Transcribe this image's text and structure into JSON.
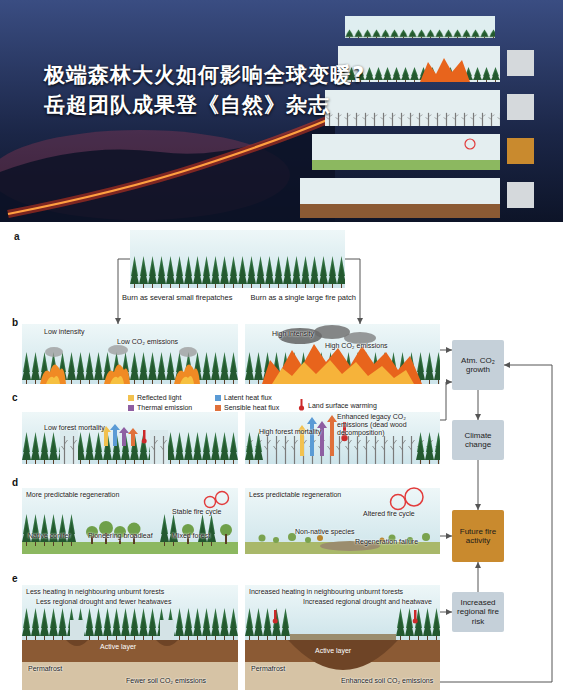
{
  "diagram": {
    "title": "极端森林大火如何影响全球变暖? 岳超团队成果登《自然》杂志",
    "nodes": [
      {
        "text": [
          "a"
        ]
      },
      {
        "text": [
          "Low intensity",
          "Low CO₂ emissions"
        ]
      },
      {
        "text": [
          "High intensity",
          "High CO₂ emissions"
        ]
      },
      {
        "text": [
          "Atm. CO₂ growth"
        ]
      },
      {
        "text": [
          "Low forest mortality"
        ]
      },
      {
        "text": [
          "Enhanced legacy CO₂ emissions (dead wood decomposition)",
          "High forest mortality"
        ]
      },
      {
        "text": [
          "Climate change"
        ]
      },
      {
        "text": [
          "More predictable regeneration",
          "Stable fire cycle",
          "Native conifer",
          "Pioneering broadleaf",
          "Mixed forest"
        ]
      },
      {
        "text": [
          "Less predictable regeneration",
          "Altered fire cycle",
          "Non-native species",
          "Regeneration failure"
        ]
      },
      {
        "text": [
          "Future fire activity"
        ]
      },
      {
        "text": [
          "Less heating in neighbouring unburnt forests",
          "Less regional drought and fewer heatwaves",
          "Active layer",
          "Permafrost",
          "Fewer soil CO₂ emissions"
        ]
      },
      {
        "text": [
          "Increased heating in neighbouring unburnt forests",
          "Increased regional drought and heatwave",
          "Permafrost",
          "Active layer",
          "Enhanced soil CO₂ emissions"
        ]
      },
      {
        "text": [
          "Increased regional fire risk"
        ]
      }
    ],
    "edges": [
      {
        "from": 0,
        "to": 1,
        "label": "Burn as several small firepatches",
        "arrow": "to"
      },
      {
        "from": 0,
        "to": 2,
        "label": "Burn as a single large fire patch",
        "arrow": "to"
      },
      {
        "from": 2,
        "to": 3,
        "arrow": "to"
      },
      {
        "from": 5,
        "to": 3,
        "arrow": "to"
      },
      {
        "from": 3,
        "to": 6,
        "arrow": "to"
      },
      {
        "from": 6,
        "to": 9,
        "arrow": "to"
      },
      {
        "from": 8,
        "to": 9,
        "arrow": "to"
      },
      {
        "from": 12,
        "to": 9,
        "arrow": "to"
      },
      {
        "from": 11,
        "to": 12,
        "arrow": "to"
      },
      {
        "from": 11,
        "to": 3,
        "arrow": "to"
      }
    ],
    "labels": [
      "b",
      "c",
      "d",
      "e"
    ],
    "legend": [
      {
        "text": "Reflected light",
        "color": "#f2c14e"
      },
      {
        "text": "Latent heat flux",
        "color": "#5b9bd5"
      },
      {
        "text": "Thermal emission",
        "color": "#8e5ea2"
      },
      {
        "text": "Sensible heat flux",
        "color": "#e0703a"
      },
      {
        "text": "Land surface warming"
      }
    ]
  }
}
